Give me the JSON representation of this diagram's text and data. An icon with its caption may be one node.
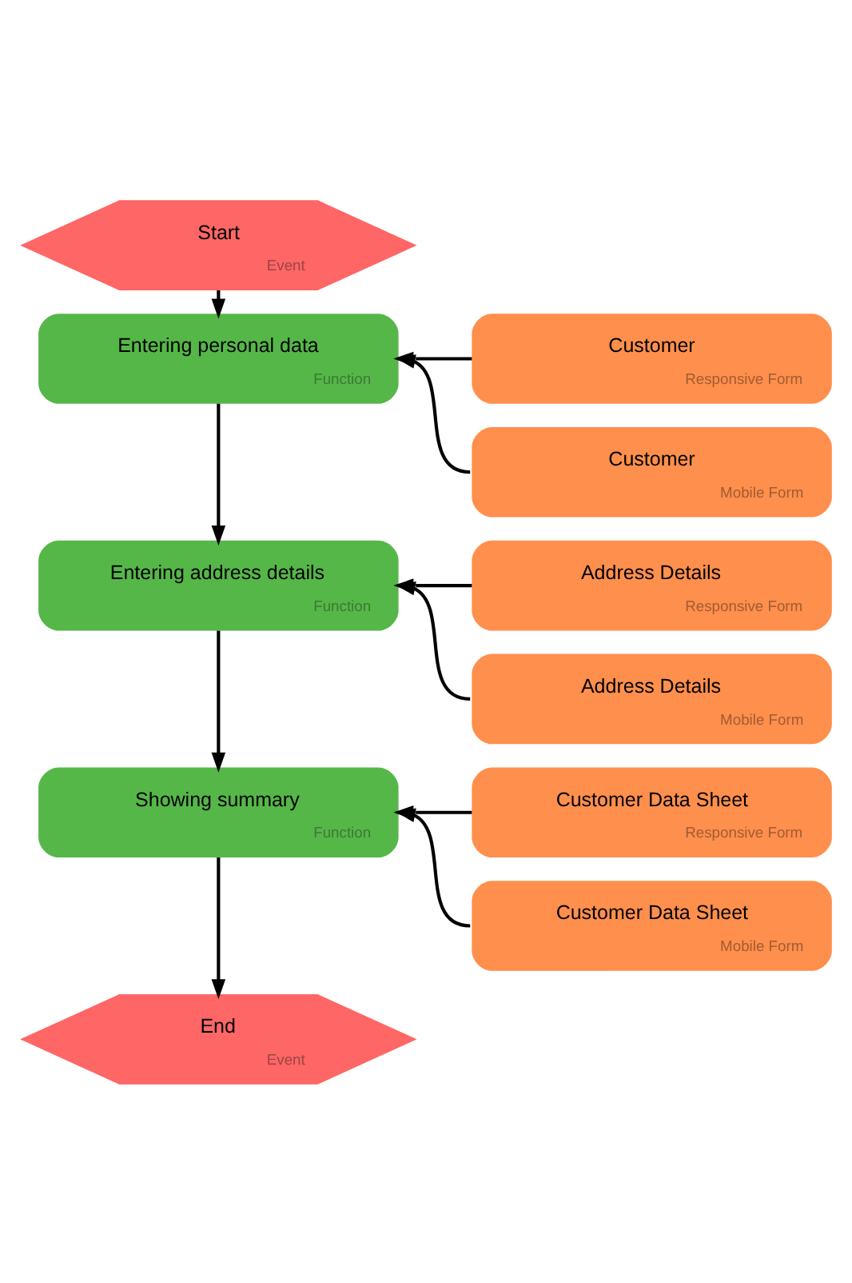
{
  "diagram": {
    "nodes": [
      {
        "text": [
          "Start",
          "Event"
        ]
      },
      {
        "text": [
          "Entering personal data",
          "Function"
        ]
      },
      {
        "text": [
          "Customer",
          "Responsive Form"
        ]
      },
      {
        "text": [
          "Customer",
          "Mobile Form"
        ]
      },
      {
        "text": [
          "Entering address details",
          "Function"
        ]
      },
      {
        "text": [
          "Address Details",
          "Responsive Form"
        ]
      },
      {
        "text": [
          "Address Details",
          "Mobile Form"
        ]
      },
      {
        "text": [
          "Showing summary",
          "Function"
        ]
      },
      {
        "text": [
          "Customer Data Sheet",
          "Responsive Form"
        ]
      },
      {
        "text": [
          "Customer Data Sheet",
          "Mobile Form"
        ]
      },
      {
        "text": [
          "End",
          "Event"
        ]
      }
    ],
    "edges": [
      {
        "from": 0,
        "to": 1,
        "arrow": "to"
      },
      {
        "from": 2,
        "to": 1,
        "arrow": "to"
      },
      {
        "from": 3,
        "to": 1,
        "arrow": "to"
      },
      {
        "from": 1,
        "to": 4,
        "arrow": "to"
      },
      {
        "from": 5,
        "to": 4,
        "arrow": "to"
      },
      {
        "from": 6,
        "to": 4,
        "arrow": "to"
      },
      {
        "from": 4,
        "to": 7,
        "arrow": "to"
      },
      {
        "from": 8,
        "to": 7,
        "arrow": "to"
      },
      {
        "from": 9,
        "to": 7,
        "arrow": "to"
      },
      {
        "from": 7,
        "to": 10,
        "arrow": "to"
      }
    ]
  }
}
